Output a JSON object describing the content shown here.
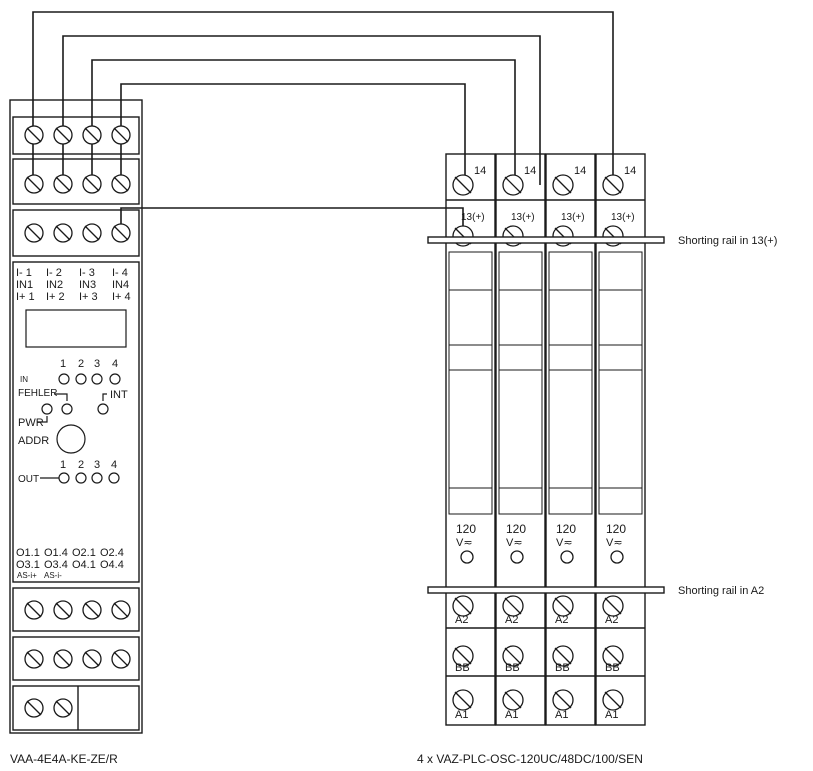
{
  "module": {
    "name": "VAA-4E4A-KE-ZE/R",
    "inputs": [
      {
        "top": "I- 1",
        "mid": "IN1",
        "bot": "I+ 1"
      },
      {
        "top": "I- 2",
        "mid": "IN2",
        "bot": "I+ 2"
      },
      {
        "top": "I- 3",
        "mid": "IN3",
        "bot": "I+ 3"
      },
      {
        "top": "I- 4",
        "mid": "IN4",
        "bot": "I+ 4"
      }
    ],
    "led_numbers": [
      "1",
      "2",
      "3",
      "4"
    ],
    "in_label": "IN",
    "fehler_label": "FEHLER",
    "int_label": "INT",
    "pwr_label": "PWR",
    "addr_label": "ADDR",
    "out_label": "OUT",
    "out_row1": [
      "O1.1",
      "O1.4",
      "O2.1",
      "O2.4"
    ],
    "out_row2": [
      "O3.1",
      "O3.4",
      "O4.1",
      "O4.4"
    ],
    "asi_plus": "AS-i+",
    "asi_minus": "AS-i-"
  },
  "relays": {
    "caption": "4 x VAZ-PLC-OSC-120UC/48DC/100/SEN",
    "terminal_14": "14",
    "terminal_13": "13(+)",
    "voltage": "120",
    "voltage_symbol": "V≂",
    "terminal_a2": "A2",
    "terminal_bb": "BB",
    "terminal_a1": "A1"
  },
  "rails": {
    "top_label": "Shorting rail in 13(+)",
    "bottom_label": "Shorting rail in A2"
  },
  "colors": {
    "line": "#1a1a1a",
    "background": "#ffffff"
  }
}
